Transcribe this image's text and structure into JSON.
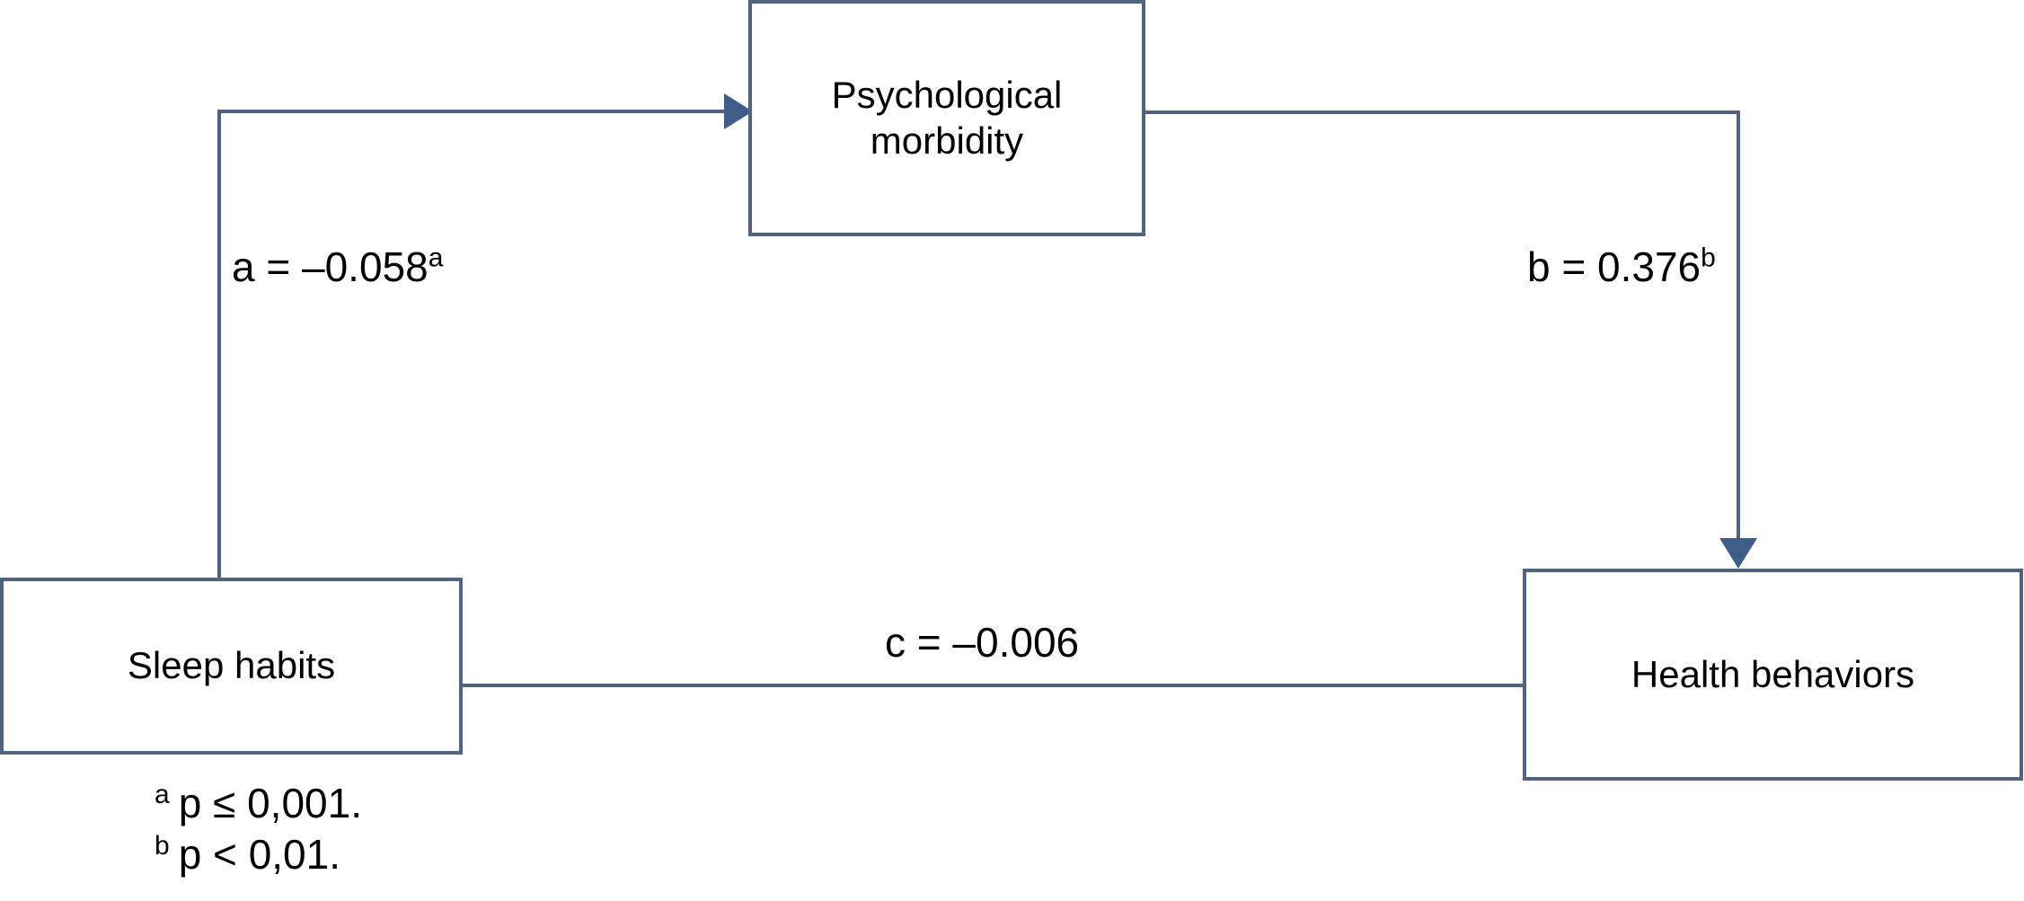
{
  "figure": {
    "type": "mediation-path-diagram",
    "background_color": "#ffffff",
    "stroke_color": "#50647f",
    "arrowhead_color": "#3f5d89",
    "text_color": "#000000",
    "nodes": {
      "mediator": {
        "label": "Psychological morbidity"
      },
      "predictor": {
        "label": "Sleep habits"
      },
      "outcome": {
        "label": "Health behaviors"
      }
    },
    "paths": {
      "a": {
        "text": "a = –0.058",
        "sup": "a",
        "from": "Sleep habits",
        "to": "Psychological morbidity",
        "arrowhead": true
      },
      "b": {
        "text": "b = 0.376",
        "sup": "b",
        "from": "Psychological morbidity",
        "to": "Health behaviors",
        "arrowhead": true
      },
      "c": {
        "text": "c = –0.006",
        "from": "Sleep habits",
        "to": "Health behaviors",
        "arrowhead": false
      }
    },
    "footnotes": [
      {
        "marker": "a",
        "text": "p ≤ 0,001."
      },
      {
        "marker": "b",
        "text": "p < 0,01."
      }
    ]
  }
}
